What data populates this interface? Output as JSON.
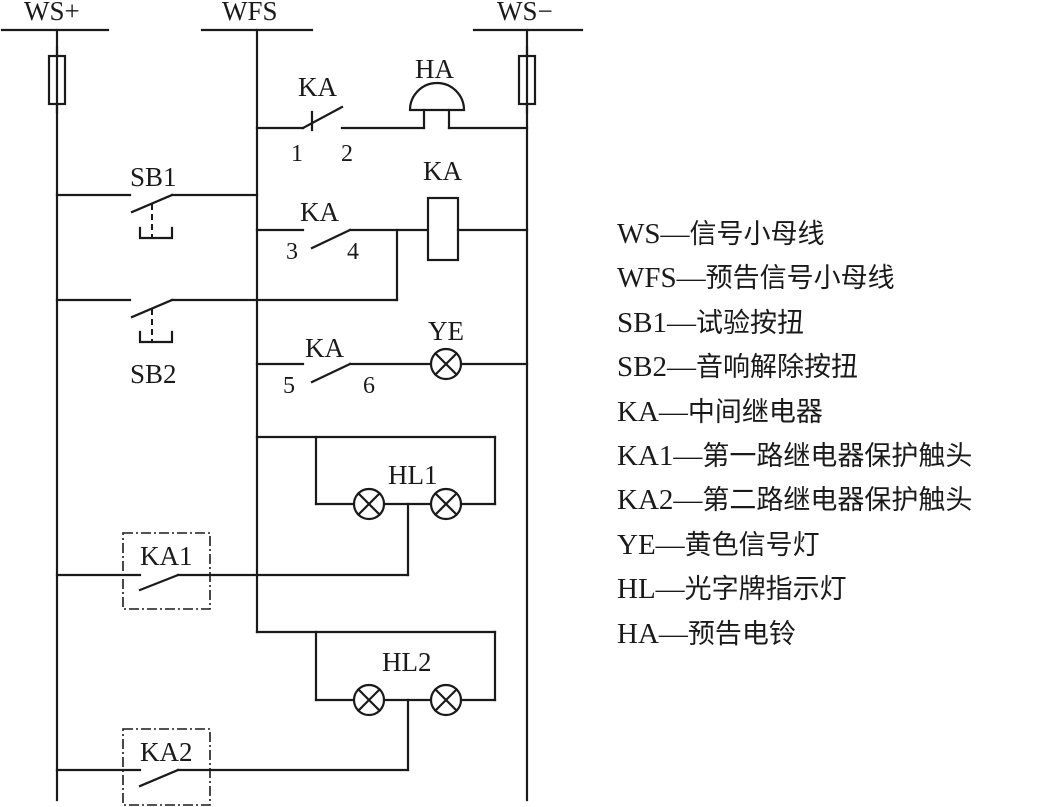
{
  "diagram": {
    "buses": {
      "ws_plus": "WS+",
      "wfs": "WFS",
      "ws_minus": "WS−"
    },
    "components": {
      "ka_nc_contact": "KA",
      "ka_nc_pins": [
        "1",
        "2"
      ],
      "ha_bell": "HA",
      "ka_coil": "KA",
      "sb1": "SB1",
      "ka_no_contact_34": "KA",
      "ka_no_pins_34": [
        "3",
        "4"
      ],
      "sb2": "SB2",
      "ka_no_contact_56": "KA",
      "ka_no_pins_56": [
        "5",
        "6"
      ],
      "ye_lamp": "YE",
      "hl1": "HL1",
      "ka1": "KA1",
      "hl2": "HL2",
      "ka2": "KA2"
    }
  },
  "legend": [
    {
      "code": "WS",
      "desc": "信号小母线"
    },
    {
      "code": "WFS",
      "desc": "预告信号小母线"
    },
    {
      "code": "SB1",
      "desc": "试验按扭"
    },
    {
      "code": "SB2",
      "desc": "音响解除按扭"
    },
    {
      "code": "KA",
      "desc": "中间继电器"
    },
    {
      "code": "KA1",
      "desc": "第一路继电器保护触头"
    },
    {
      "code": "KA2",
      "desc": "第二路继电器保护触头"
    },
    {
      "code": "YE",
      "desc": "黄色信号灯"
    },
    {
      "code": "HL",
      "desc": "光字牌指示灯"
    },
    {
      "code": "HA",
      "desc": "预告电铃"
    }
  ],
  "legend_separator": "—"
}
